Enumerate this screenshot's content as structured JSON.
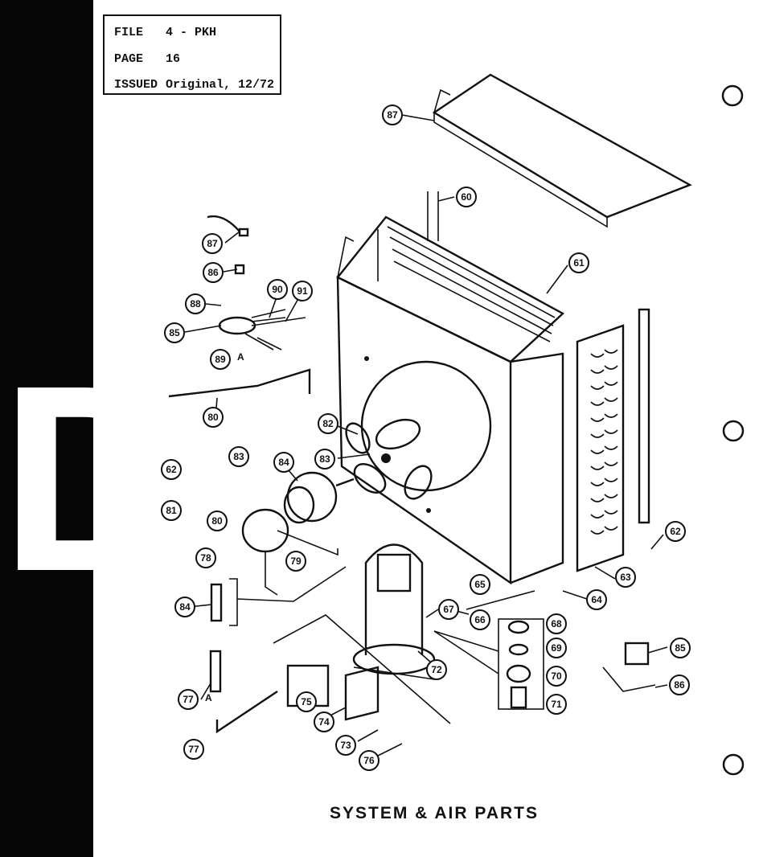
{
  "header": {
    "file_label": "FILE",
    "file_value": "4 - PKH",
    "page_label": "PAGE",
    "page_value": "16",
    "issued_label": "ISSUED",
    "issued_value": "Original, 12/72"
  },
  "section_letter": "D",
  "caption": "SYSTEM & AIR PARTS",
  "callouts": [
    {
      "id": "c-87a",
      "label": "87"
    },
    {
      "id": "c-60",
      "label": "60"
    },
    {
      "id": "c-61",
      "label": "61"
    },
    {
      "id": "c-87b",
      "label": "87"
    },
    {
      "id": "c-86a",
      "label": "86"
    },
    {
      "id": "c-88",
      "label": "88"
    },
    {
      "id": "c-90",
      "label": "90"
    },
    {
      "id": "c-91",
      "label": "91"
    },
    {
      "id": "c-85a",
      "label": "85"
    },
    {
      "id": "c-89",
      "label": "89"
    },
    {
      "id": "c-80",
      "label": "80"
    },
    {
      "id": "c-82",
      "label": "82"
    },
    {
      "id": "c-83a",
      "label": "83"
    },
    {
      "id": "c-83b",
      "label": "83"
    },
    {
      "id": "c-84a",
      "label": "84"
    },
    {
      "id": "c-62a",
      "label": "62"
    },
    {
      "id": "c-81",
      "label": "81"
    },
    {
      "id": "c-80b",
      "label": "80"
    },
    {
      "id": "c-78",
      "label": "78"
    },
    {
      "id": "c-79",
      "label": "79"
    },
    {
      "id": "c-62b",
      "label": "62"
    },
    {
      "id": "c-63",
      "label": "63"
    },
    {
      "id": "c-64",
      "label": "64"
    },
    {
      "id": "c-65",
      "label": "65"
    },
    {
      "id": "c-66",
      "label": "66"
    },
    {
      "id": "c-67",
      "label": "67"
    },
    {
      "id": "c-68",
      "label": "68"
    },
    {
      "id": "c-69",
      "label": "69"
    },
    {
      "id": "c-70",
      "label": "70"
    },
    {
      "id": "c-71",
      "label": "71"
    },
    {
      "id": "c-72",
      "label": "72"
    },
    {
      "id": "c-84b",
      "label": "84"
    },
    {
      "id": "c-77a",
      "label": "77"
    },
    {
      "id": "c-77b",
      "label": "77"
    },
    {
      "id": "c-75",
      "label": "75"
    },
    {
      "id": "c-74",
      "label": "74"
    },
    {
      "id": "c-73",
      "label": "73"
    },
    {
      "id": "c-76",
      "label": "76"
    },
    {
      "id": "c-85b",
      "label": "85"
    },
    {
      "id": "c-86b",
      "label": "86"
    }
  ],
  "suffix_letters": [
    "A",
    "A"
  ]
}
